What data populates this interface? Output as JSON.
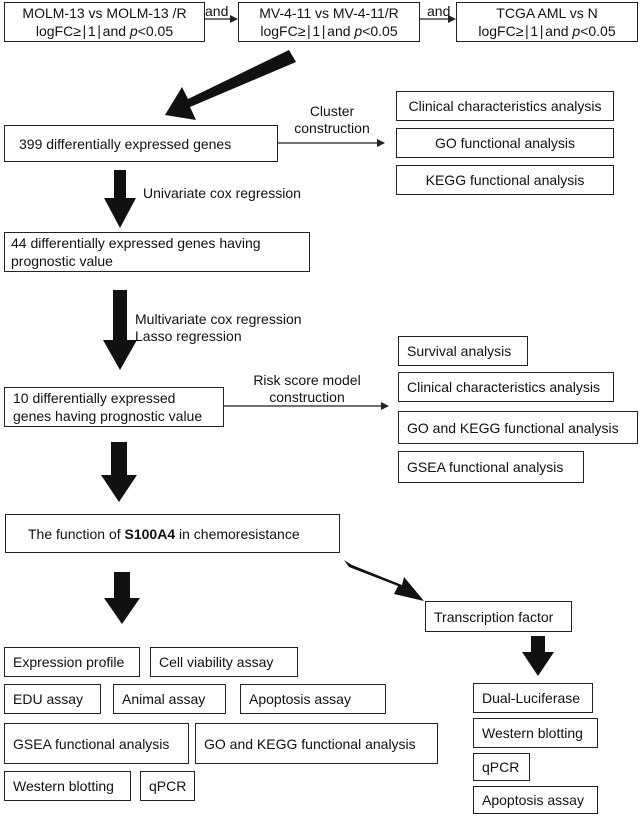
{
  "top": {
    "box1": {
      "line1": "MOLM-13 vs MOLM-13 /R",
      "line2_pre": "logFC≥∣1∣and ",
      "p": "p",
      "line2_post": "<0.05"
    },
    "box2": {
      "line1": "MV-4-11 vs MV-4-11/R",
      "line2_pre": "logFC≥∣1∣and ",
      "p": "p",
      "line2_post": "<0.05"
    },
    "box3": {
      "line1": "TCGA AML vs N",
      "line2_pre": "logFC≥∣1∣and ",
      "p": "p",
      "line2_post": "<0.05"
    },
    "and1": "and",
    "and2": "and"
  },
  "stage1": {
    "main": "399 differentially expressed genes",
    "edge_label_1": "Cluster",
    "edge_label_2": "construction",
    "outputs": [
      "Clinical characteristics analysis",
      "GO functional analysis",
      "KEGG functional analysis"
    ]
  },
  "step1_label": "Univariate cox regression",
  "stage2": {
    "line1": "44 differentially expressed genes having",
    "line2": "prognostic value"
  },
  "step2_label_1": "Multivariate cox regression",
  "step2_label_2": "Lasso regression",
  "stage3": {
    "line1": "10 differentially expressed",
    "line2": "genes having prognostic value",
    "edge_label_1": "Risk score model",
    "edge_label_2": "construction",
    "outputs": [
      "Survival analysis",
      "Clinical characteristics analysis",
      "GO and KEGG functional analysis",
      "GSEA functional analysis"
    ]
  },
  "stage4": {
    "pre": "The function of ",
    "gene": "S100A4",
    "post": " in chemoresistance"
  },
  "assays": {
    "expression_profile": "Expression profile",
    "cell_viability": "Cell viability assay",
    "edu": "EDU assay",
    "animal": "Animal assay",
    "apoptosis": "Apoptosis assay",
    "gsea": "GSEA functional  analysis",
    "go_kegg": "GO and KEGG functional analysis",
    "western": "Western blotting",
    "qpcr": "qPCR"
  },
  "tf": {
    "title": "Transcription factor",
    "outputs": [
      "Dual-Luciferase",
      "Western blotting",
      "qPCR",
      "Apoptosis assay"
    ]
  }
}
